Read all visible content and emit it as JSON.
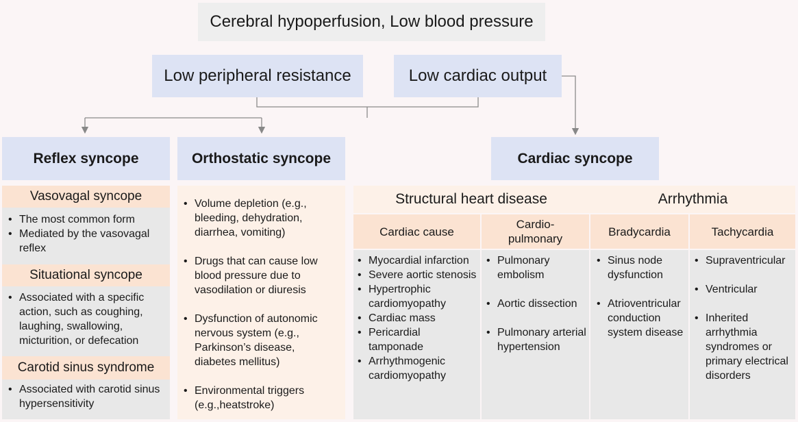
{
  "top": {
    "title": "Cerebral hypoperfusion, Low blood pressure"
  },
  "level2": {
    "low_peripheral": "Low peripheral resistance",
    "low_cardiac": "Low cardiac output"
  },
  "reflex": {
    "title": "Reflex syncope",
    "vasovagal": {
      "title": "Vasovagal syncope",
      "bullets": [
        "The most common form",
        "Mediated by the vasovagal reflex"
      ]
    },
    "situational": {
      "title": "Situational syncope",
      "bullets": [
        "Associated with a specific action, such as coughing, laughing, swallowing, micturition, or defecation"
      ]
    },
    "carotid": {
      "title": "Carotid sinus syndrome",
      "bullets": [
        "Associated with carotid sinus hypersensitivity"
      ]
    }
  },
  "orthostatic": {
    "title": "Orthostatic syncope",
    "bullets": [
      "Volume depletion (e.g., bleeding, dehydration, diarrhea, vomiting)",
      "Drugs that can cause low blood pressure due to vasodilation or diuresis",
      "Dysfunction of autonomic nervous system (e.g., Parkinson’s disease, diabetes mellitus)",
      "Environmental triggers (e.g.,heatstroke)"
    ]
  },
  "cardiac": {
    "title": "Cardiac syncope",
    "structural": {
      "title": "Structural heart disease",
      "cardiac_cause": {
        "title": "Cardiac cause",
        "bullets": [
          "Myocardial infarction",
          "Severe aortic stenosis",
          "Hypertrophic cardiomyopathy",
          "Cardiac mass",
          "Pericardial tamponade",
          "Arrhythmogenic cardiomyopathy"
        ]
      },
      "cardiopulmonary": {
        "title": "Cardio-pulmonary",
        "bullets": [
          "Pulmonary embolism",
          "Aortic dissection",
          "Pulmonary arterial hypertension"
        ]
      }
    },
    "arrhythmia": {
      "title": "Arrhythmia",
      "brady": {
        "title": "Bradycardia",
        "bullets": [
          "Sinus node dysfunction",
          "Atrioventricular conduction system disease"
        ]
      },
      "tachy": {
        "title": "Tachycardia",
        "bullets": [
          "Supraventricular",
          "Ventricular",
          "Inherited arrhythmia syndromes or primary electrical disorders"
        ]
      }
    }
  }
}
